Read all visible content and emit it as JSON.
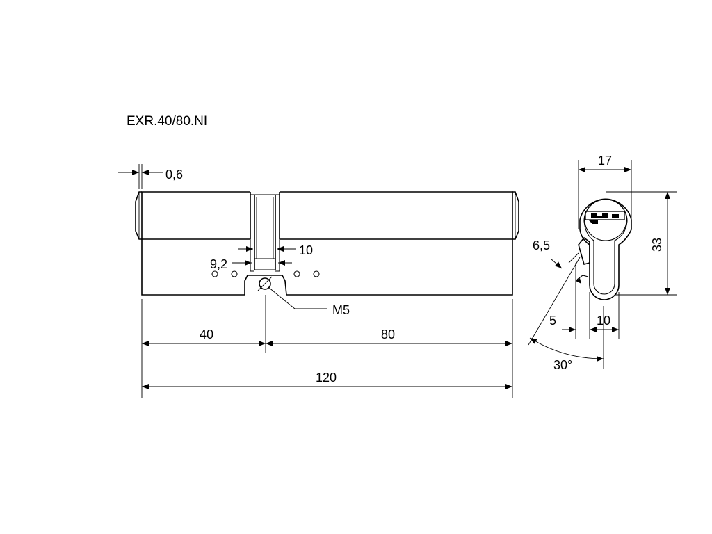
{
  "title": "EXR.40/80.NI",
  "dimensions": {
    "offset": "0,6",
    "left_length": "40",
    "right_length": "80",
    "total_length": "120",
    "cam_width": "10",
    "cam_depth": "9,2",
    "thread": "M5",
    "profile_width": "17",
    "profile_height": "33",
    "cam_thickness": "6,5",
    "cam_offset": "5",
    "lower_width": "10",
    "angle": "30°"
  }
}
